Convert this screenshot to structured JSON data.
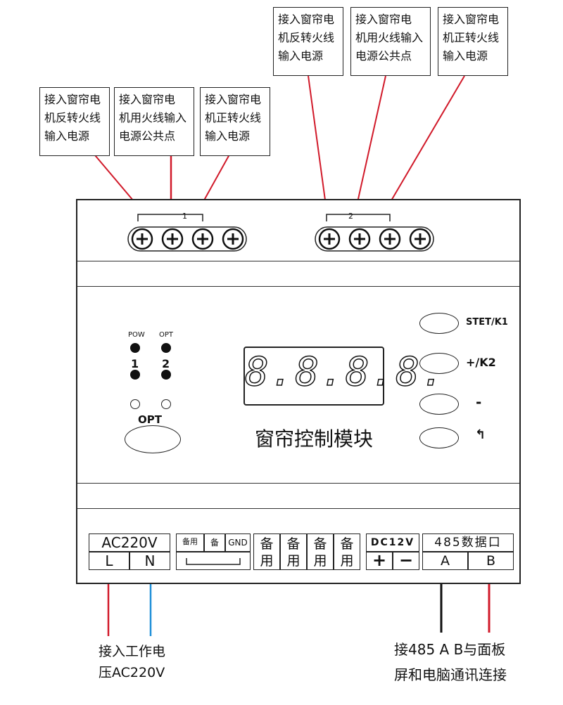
{
  "callouts": {
    "top_right": [
      {
        "line1": "接入窗帘电",
        "line2": "机反转火线",
        "line3": "输入电源"
      },
      {
        "line1": "接入窗帘电",
        "line2": "机用火线输入",
        "line3": "电源公共点"
      },
      {
        "line1": "接入窗帘电",
        "line2": "机正转火线",
        "line3": "输入电源"
      }
    ],
    "top_left": [
      {
        "line1": "接入窗帘电",
        "line2": "机反转火线",
        "line3": "输入电源"
      },
      {
        "line1": "接入窗帘电",
        "line2": "机用火线输入",
        "line3": "电源公共点"
      },
      {
        "line1": "接入窗帘电",
        "line2": "机正转火线",
        "line3": "输入电源"
      }
    ]
  },
  "terminals": {
    "group1_label": "1",
    "group2_label": "2",
    "symbol": "+"
  },
  "panel": {
    "led_pow": "POW",
    "led_opt": "OPT",
    "led_num1": "1",
    "led_num2": "2",
    "opt_button": "OPT",
    "display_digits": "8.8.8.8.",
    "module_title": "窗帘控制模块",
    "right_buttons": [
      "STET/K1",
      "+/K2",
      "-",
      "↰"
    ]
  },
  "bottom_terminals": {
    "ac": "AC220V",
    "l": "L",
    "n": "N",
    "spare1": "备用",
    "spare2": "备",
    "gnd": "GND",
    "spare_cols": [
      "备用",
      "备用",
      "备用",
      "备用"
    ],
    "dc": "DC12V",
    "plus": "+",
    "minus": "−",
    "rs485": "485数据口",
    "a": "A",
    "b": "B"
  },
  "bottom_notes": {
    "left_line1": "接入工作电",
    "left_line2": "压AC220V",
    "right_line1": "接485 A B与面板",
    "right_line2": "屏和电脑通讯连接"
  },
  "colors": {
    "wire_red": "#d11a2a",
    "wire_blue": "#1f8fd8",
    "wire_black": "#111111"
  }
}
